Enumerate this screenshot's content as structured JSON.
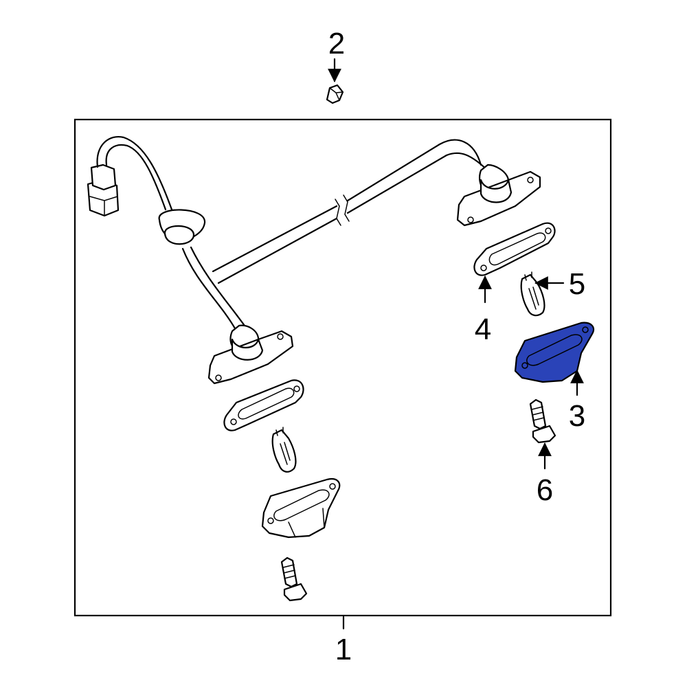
{
  "diagram": {
    "callouts": [
      {
        "id": "1",
        "text": "1"
      },
      {
        "id": "2",
        "text": "2"
      },
      {
        "id": "3",
        "text": "3"
      },
      {
        "id": "4",
        "text": "4"
      },
      {
        "id": "5",
        "text": "5"
      },
      {
        "id": "6",
        "text": "6"
      }
    ],
    "highlight_color": "#2a43b8"
  }
}
